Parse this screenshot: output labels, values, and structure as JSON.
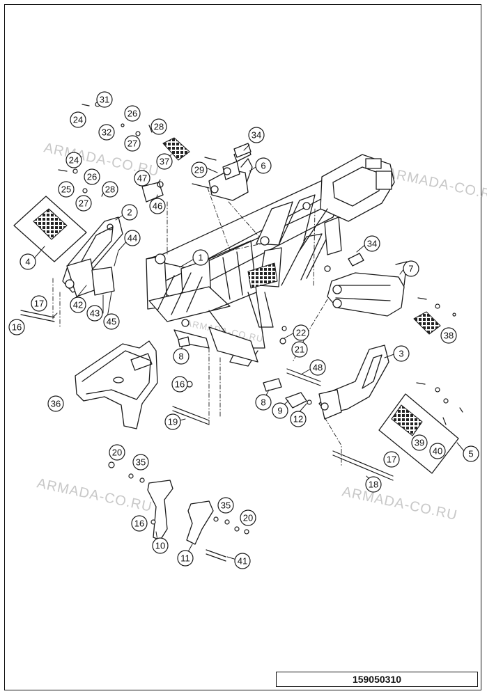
{
  "document_id": "159050310",
  "watermark": "ARMADA-CO.RU",
  "callouts": [
    "1",
    "2",
    "3",
    "4",
    "5",
    "6",
    "7",
    "8",
    "9",
    "10",
    "11",
    "12",
    "16",
    "17",
    "18",
    "19",
    "20",
    "21",
    "22",
    "24",
    "25",
    "26",
    "27",
    "28",
    "29",
    "31",
    "32",
    "34",
    "35",
    "36",
    "37",
    "38",
    "39",
    "40",
    "41",
    "42",
    "43",
    "44",
    "45",
    "46",
    "47",
    "48"
  ],
  "colors": {
    "line": "#1a1a1a",
    "fill": "#ffffff",
    "watermark": "#c8c8c8"
  }
}
